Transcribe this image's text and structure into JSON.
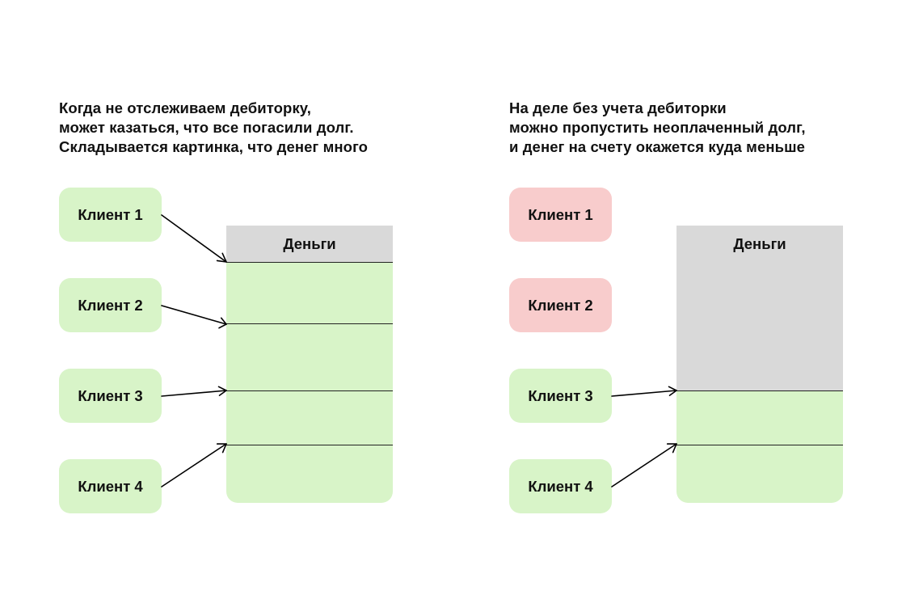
{
  "left": {
    "caption_lines": [
      "Когда не отслеживаем дебиторку,",
      "может казаться, что все погасили долг.",
      "Складывается картинка, что денег много"
    ],
    "clients": [
      {
        "label": "Клиент 1",
        "status": "paid"
      },
      {
        "label": "Клиент 2",
        "status": "paid"
      },
      {
        "label": "Клиент 3",
        "status": "paid"
      },
      {
        "label": "Клиент 4",
        "status": "paid"
      }
    ],
    "money_label": "Деньги"
  },
  "right": {
    "caption_lines": [
      "На деле без учета дебиторки",
      "можно пропустить неоплаченный долг,",
      "и денег на счету окажется куда меньше"
    ],
    "clients": [
      {
        "label": "Клиент 1",
        "status": "unpaid"
      },
      {
        "label": "Клиент 2",
        "status": "unpaid"
      },
      {
        "label": "Клиент 3",
        "status": "paid"
      },
      {
        "label": "Клиент 4",
        "status": "paid"
      }
    ],
    "money_label": "Деньги"
  },
  "colors": {
    "paid": "#d8f4c8",
    "unpaid": "#f8cccc",
    "money_header": "#d9d9d9",
    "arrow": "#000000"
  }
}
